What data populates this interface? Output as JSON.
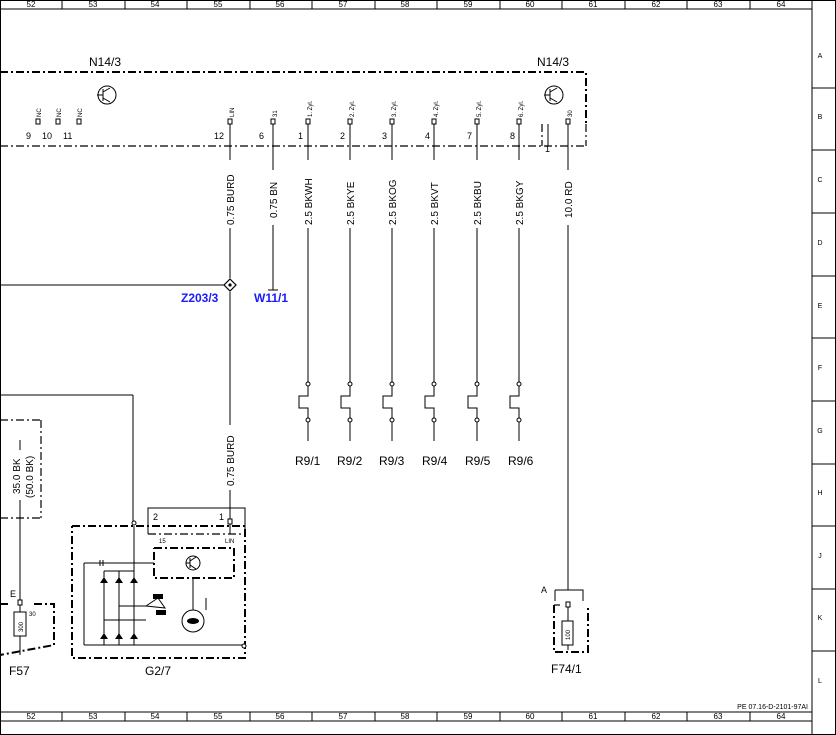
{
  "frame": {
    "columns": [
      "52",
      "53",
      "54",
      "55",
      "56",
      "57",
      "58",
      "59",
      "60",
      "61",
      "62",
      "63",
      "64"
    ],
    "rows": [
      "A",
      "B",
      "C",
      "D",
      "E",
      "F",
      "G",
      "H",
      "J",
      "K",
      "L"
    ],
    "doc_ref": "PE 07.16-D-2101-97AI"
  },
  "connectors": {
    "left_label": "N14/3",
    "right_label": "N14/3",
    "nc_pins": [
      {
        "num": "9",
        "label": "NC"
      },
      {
        "num": "10",
        "label": "NC"
      },
      {
        "num": "11",
        "label": "NC"
      }
    ],
    "pin_lin": {
      "num": "12",
      "label": "LIN"
    },
    "pin_31": {
      "num": "6",
      "label": "31"
    },
    "zyl_pins": [
      {
        "num": "1",
        "label": "1. Zyl."
      },
      {
        "num": "2",
        "label": "2. Zyl."
      },
      {
        "num": "3",
        "label": "3. Zyl."
      },
      {
        "num": "4",
        "label": "4. Zyl."
      },
      {
        "num": "7",
        "label": "5. Zyl."
      },
      {
        "num": "8",
        "label": "6. Zyl."
      }
    ],
    "pin_30": {
      "num": "1",
      "label": "30"
    }
  },
  "wires": {
    "lin_upper": "0.75 BURD",
    "bn": "0.75 BN",
    "zyl": [
      "2.5 BKWH",
      "2.5 BKYE",
      "2.5 BKOG",
      "2.5 BKVT",
      "2.5 BKBU",
      "2.5 BKGY"
    ],
    "rd": "10.0 RD",
    "lin_lower": "0.75 BURD",
    "bk": "35.0 BK",
    "bk_alt": "(50.0 BK)"
  },
  "points": {
    "splice": "Z203/3",
    "ground": "W11/1"
  },
  "glow_plugs": [
    "R9/1",
    "R9/2",
    "R9/3",
    "R9/4",
    "R9/5",
    "R9/6"
  ],
  "alternator": {
    "label": "G2/7",
    "pin_left_num": "2",
    "pin_left_label": "15",
    "pin_right_num": "1",
    "pin_right_label": "LIN"
  },
  "fuse_f57": {
    "label": "F57",
    "terminal": "E",
    "pin": "30",
    "rating": "300"
  },
  "fuse_f74": {
    "label": "F74/1",
    "terminal": "A",
    "rating": "100"
  }
}
